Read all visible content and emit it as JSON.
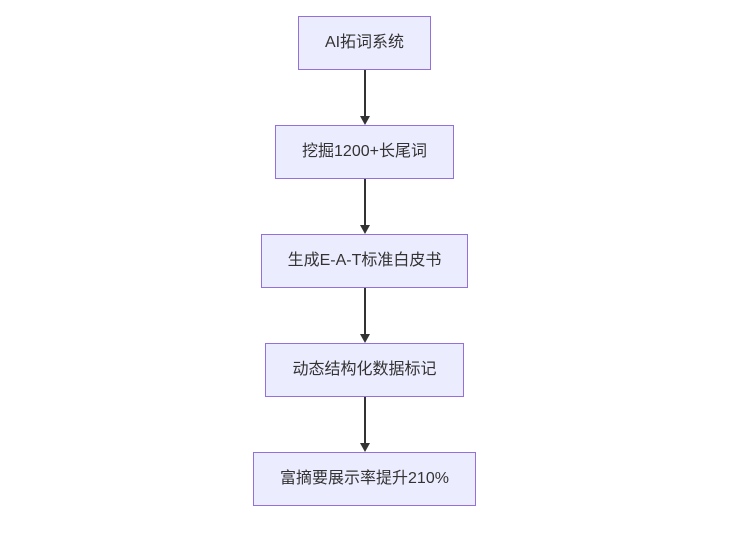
{
  "diagram": {
    "type": "flowchart",
    "direction": "top-down",
    "nodes": [
      {
        "id": "node-1",
        "label": "AI拓词系统"
      },
      {
        "id": "node-2",
        "label": "挖掘1200+长尾词"
      },
      {
        "id": "node-3",
        "label": "生成E-A-T标准白皮书"
      },
      {
        "id": "node-4",
        "label": "动态结构化数据标记"
      },
      {
        "id": "node-5",
        "label": "富摘要展示率提升210%"
      }
    ],
    "edges": [
      {
        "from": "node-1",
        "to": "node-2"
      },
      {
        "from": "node-2",
        "to": "node-3"
      },
      {
        "from": "node-3",
        "to": "node-4"
      },
      {
        "from": "node-4",
        "to": "node-5"
      }
    ],
    "colors": {
      "node_fill": "#ECECFF",
      "node_border": "#9370DB",
      "text": "#333333",
      "arrow": "#333333",
      "background": "#ffffff"
    }
  }
}
